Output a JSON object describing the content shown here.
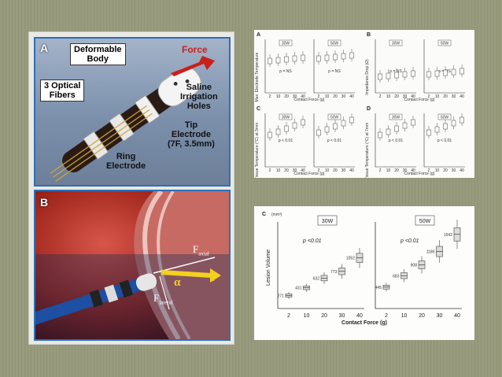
{
  "figure_left": {
    "panel_a": {
      "letter": "A",
      "labels": {
        "deformable_body": "Deformable\nBody",
        "force": "Force",
        "optical_fibers": "3 Optical\nFibers",
        "saline": "Saline\nIrrigation\nHoles",
        "tip": "Tip\nElectrode\n(7F, 3.5mm)",
        "ring": "Ring\nElectrode"
      }
    },
    "panel_b": {
      "letter": "B",
      "labels": {
        "f_axial": "F",
        "f_axial_sub": "axial",
        "f": "F",
        "alpha": "α",
        "f_lateral": "F",
        "f_lateral_sub": "lateral"
      }
    }
  },
  "top_right": {
    "subpanels": [
      {
        "letter": "A",
        "left_label": "30W",
        "right_label": "50W",
        "ylabel": "Max. Electrode Temperature",
        "xlabel": "Contact Force (g)",
        "p_left": "p = NS",
        "p_right": "p = NS"
      },
      {
        "letter": "B",
        "left_label": "30W",
        "right_label": "50W",
        "ylabel": "Impedance Drop (Ω)",
        "xlabel": "Contact Force (g)",
        "p_left": "p = NS",
        "p_right": "p = NS"
      },
      {
        "letter": "C",
        "left_label": "30W",
        "right_label": "50W",
        "ylabel": "Tissue Temperature (°C) at 3mm",
        "xlabel": "Contact Force (g)",
        "p_left": "p < 0.01",
        "p_right": "p < 0.01"
      },
      {
        "letter": "D",
        "left_label": "30W",
        "right_label": "50W",
        "ylabel": "Tissue Temperature (°C) at 7mm",
        "xlabel": "Contact Force (g)",
        "p_left": "p < 0.01",
        "p_right": "p < 0.01"
      }
    ],
    "xticks": [
      "2",
      "10",
      "20",
      "30",
      "40"
    ]
  },
  "chart_data": {
    "type": "bar",
    "title": "",
    "panel_letter": "C",
    "ylabel": "Lesion Volume",
    "yunit": "(mm³)",
    "xlabel": "Contact Force (g)",
    "categories": [
      "2",
      "10",
      "20",
      "30",
      "40"
    ],
    "ylim": [
      0,
      1800
    ],
    "series": [
      {
        "name": "30W",
        "p_text": "p <0.01",
        "values": [
          271,
          431,
          632,
          773,
          1052
        ]
      },
      {
        "name": "50W",
        "p_text": "p <0.01",
        "values": [
          445,
          683,
          908,
          1186,
          1542
        ]
      }
    ]
  }
}
